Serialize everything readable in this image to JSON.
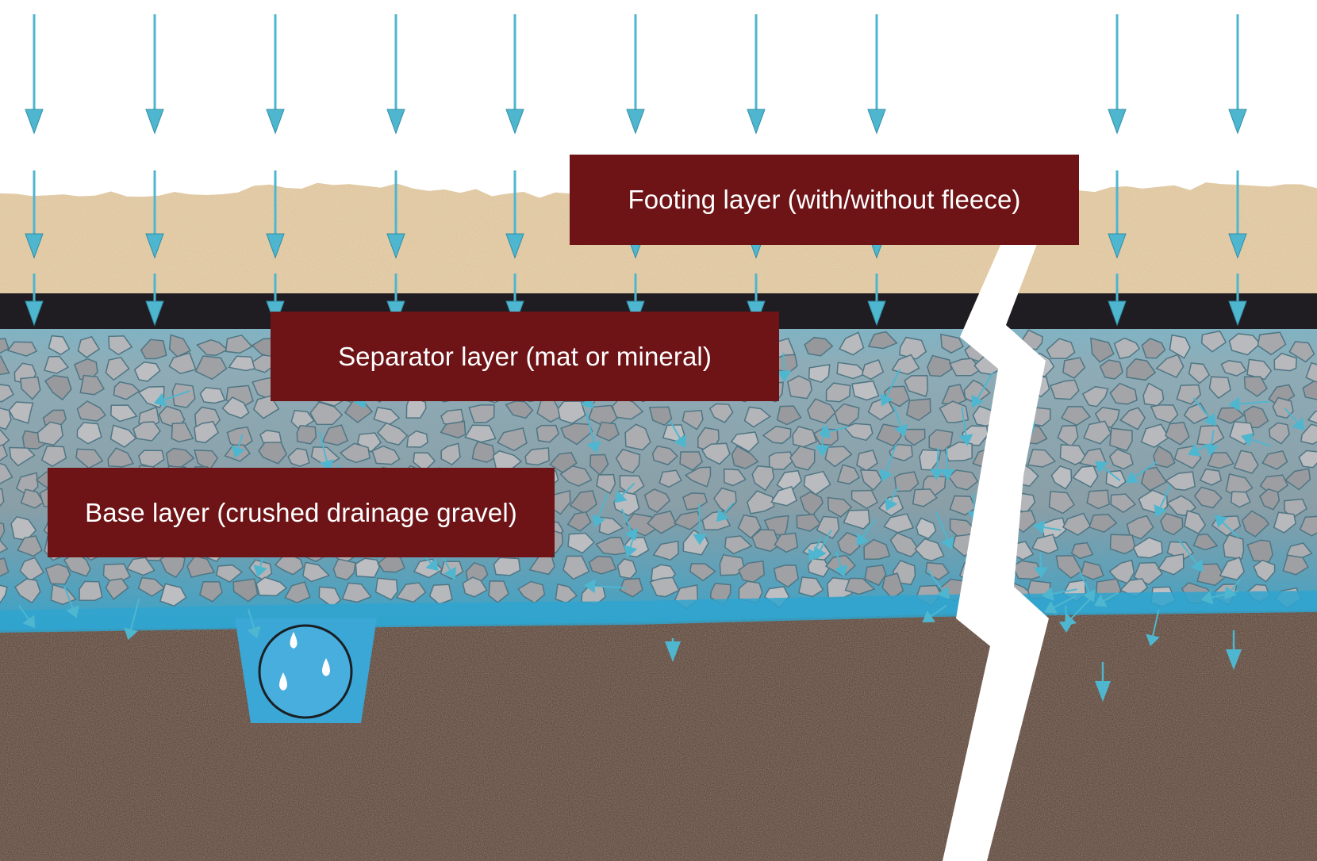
{
  "labels": {
    "footing": "Footing layer (with/without fleece)",
    "separator": "Separator layer (mat or mineral)",
    "base": "Base layer (crushed drainage gravel)"
  },
  "icons": {
    "rain_arrows": "rain-arrow-icon",
    "flow_arrows": "water-flow-arrow-icon",
    "drain": "drain-pipe-icon",
    "water_drops": "water-drop-icon",
    "section_break": "section-break-zigzag"
  },
  "colors": {
    "label_background": "#6e1316",
    "label_text": "#ffffff",
    "footing_sand": "#d9bf97",
    "separator_mat": "#1f1d21",
    "gravel": "#a6a8ab",
    "water": "#3ea5c9",
    "subsoil": "#4d3a30",
    "arrow": "#4fb6cf"
  }
}
